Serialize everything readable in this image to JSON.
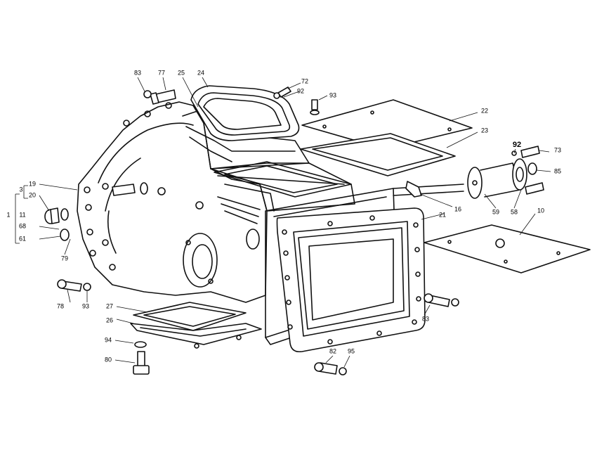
{
  "callouts": [
    {
      "id": "c83-top",
      "text": "83"
    },
    {
      "id": "c77",
      "text": "77"
    },
    {
      "id": "c25",
      "text": "25"
    },
    {
      "id": "c24",
      "text": "24"
    },
    {
      "id": "c72",
      "text": "72"
    },
    {
      "id": "c92-top",
      "text": "92"
    },
    {
      "id": "c93-top",
      "text": "93"
    },
    {
      "id": "c22",
      "text": "22"
    },
    {
      "id": "c23",
      "text": "23"
    },
    {
      "id": "c92-right",
      "text": "92"
    },
    {
      "id": "c73",
      "text": "73"
    },
    {
      "id": "c85",
      "text": "85"
    },
    {
      "id": "c3",
      "text": "3"
    },
    {
      "id": "c19",
      "text": "19"
    },
    {
      "id": "c20",
      "text": "20"
    },
    {
      "id": "c1",
      "text": "1"
    },
    {
      "id": "c11",
      "text": "11"
    },
    {
      "id": "c68",
      "text": "68"
    },
    {
      "id": "c61",
      "text": "61"
    },
    {
      "id": "c79",
      "text": "79"
    },
    {
      "id": "c21",
      "text": "21"
    },
    {
      "id": "c16",
      "text": "16"
    },
    {
      "id": "c59",
      "text": "59"
    },
    {
      "id": "c58",
      "text": "58"
    },
    {
      "id": "c10",
      "text": "10"
    },
    {
      "id": "c78",
      "text": "78"
    },
    {
      "id": "c93-left",
      "text": "93"
    },
    {
      "id": "c27",
      "text": "27"
    },
    {
      "id": "c26",
      "text": "26"
    },
    {
      "id": "c94",
      "text": "94"
    },
    {
      "id": "c80",
      "text": "80"
    },
    {
      "id": "c83-right",
      "text": "83"
    },
    {
      "id": "c82",
      "text": "82"
    },
    {
      "id": "c95",
      "text": "95"
    }
  ],
  "colors": {
    "ink": "#111111",
    "paper": "#ffffff"
  }
}
